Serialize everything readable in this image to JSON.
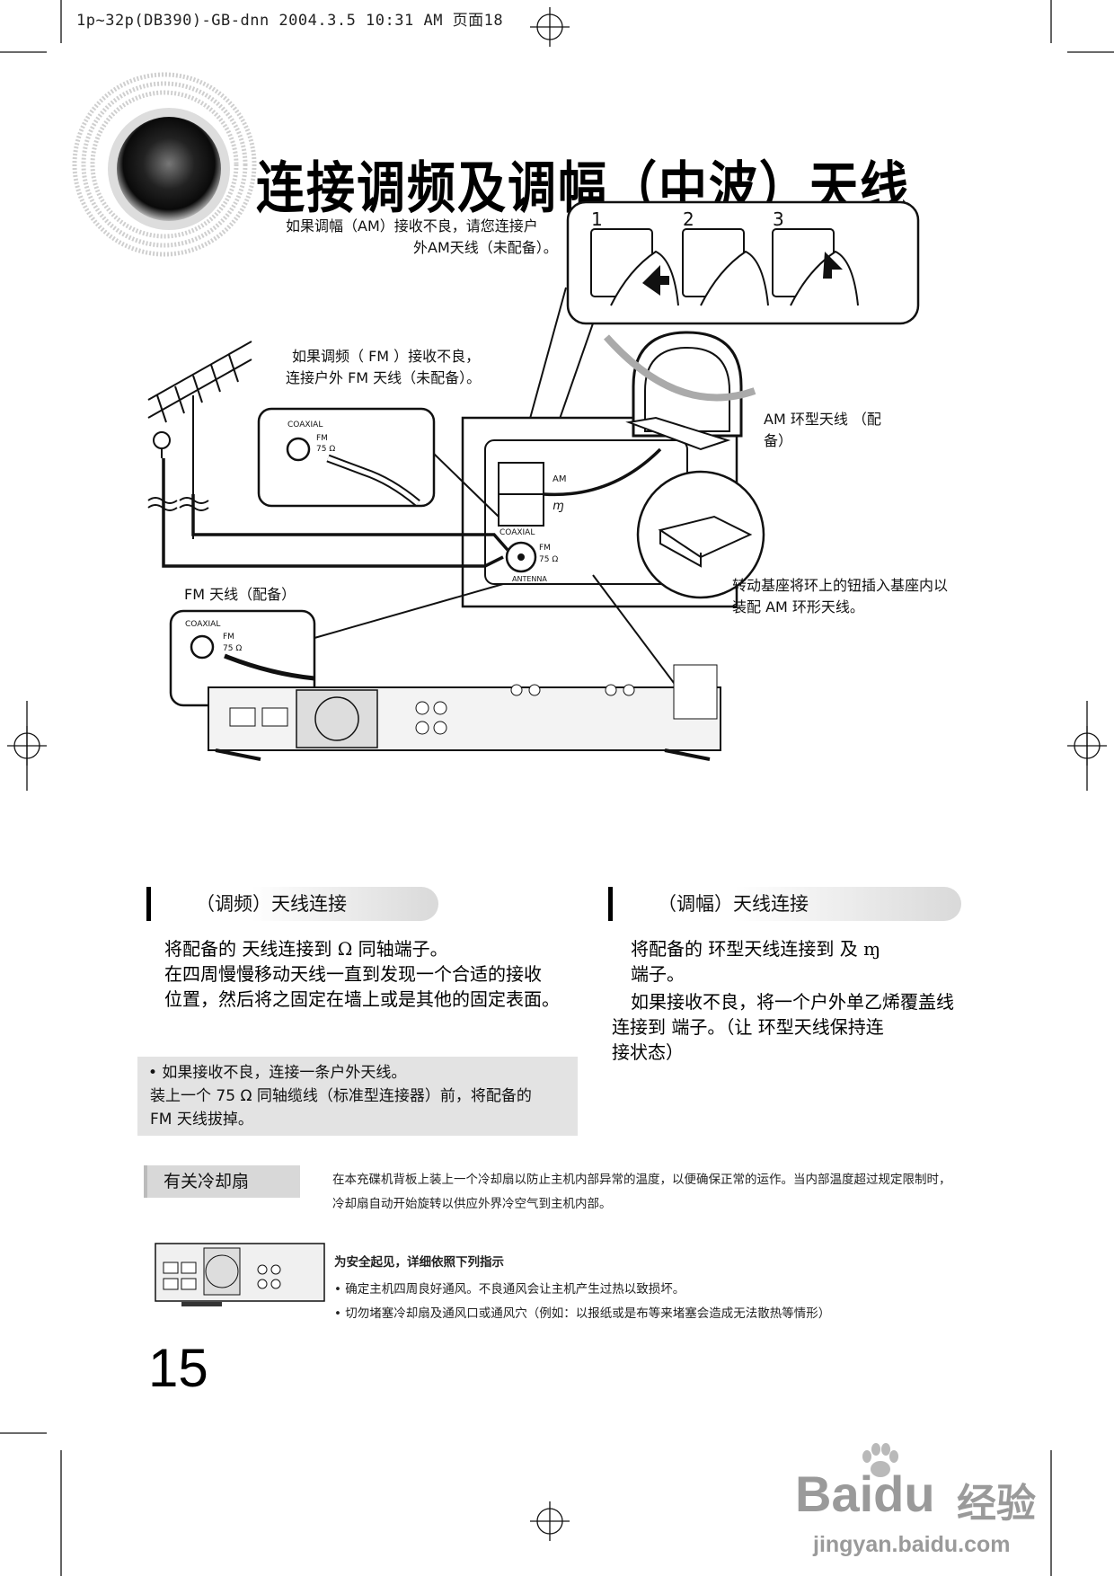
{
  "header": {
    "print_slug": "1p~32p(DB390)-GB-dnn  2004.3.5 10:31 AM  页面18"
  },
  "page_title": "连接调频及调幅（中波）天线",
  "diagram": {
    "am_note_line1": "如果调幅（AM）接收不良，请您连接户",
    "am_note_line2": "外AM天线（未配备）。",
    "fm_note_line1": "如果调频（ FM  ）接收不良，",
    "fm_note_line2": "连接户外 FM 天线（未配备）。",
    "steps": [
      "1",
      "2",
      "3"
    ],
    "am_loop_label_line1": "AM 环型天线 （配",
    "am_loop_label_line2": "备）",
    "fm_antenna_label": "FM 天线（配备）",
    "base_note_line1": "转动基座将环上的钮插入基座内以",
    "base_note_line2": "装配 AM 环形天线。",
    "coaxial": "COAXIAL",
    "fm": "FM",
    "ohm": "75 Ω",
    "am": "AM",
    "ground": "ɱ",
    "antenna": "ANTENNA"
  },
  "fm_section": {
    "heading": "（调频）天线连接",
    "text_line1": "将配备的      天线连接到          Ω  同轴端子。",
    "text_line2": "在四周慢慢移动天线一直到发现一个合适的接收",
    "text_line3": "位置，然后将之固定在墙上或是其他的固定表面。"
  },
  "am_section": {
    "heading": "（调幅）天线连接",
    "text_line1": "将配备的       环型天线连接到        及 ɱ",
    "text_line2": "端子。",
    "text_line3": "如果接收不良，将一个户外单乙烯覆盖线",
    "text_line4": "连接到        端子。（让       环型天线保持连",
    "text_line5": "接状态）"
  },
  "fm_tip": {
    "line1": "• 如果接收不良，连接一条户外天线。",
    "line2": "装上一个  75 Ω   同轴缆线（标准型连接器）前，将配备的",
    "line3": "FM 天线拔掉。"
  },
  "cooling_fan": {
    "heading": "有关冷却扇",
    "desc_line1": "在本充碟机背板上装上一个冷却扇以防止主机内部异常的温度，以便确保正常的运作。当内部温度超过规定限制时，",
    "desc_line2": "冷却扇自动开始旋转以供应外界冷空气到主机内部。",
    "safety_heading": "为安全起见，详细依照下列指示",
    "bullet1": "• 确定主机四周良好通风。不良通风会让主机产生过热以致损坏。",
    "bullet2": "• 切勿堵塞冷却扇及通风口或通风穴（例如：以报纸或是布等来堵塞会造成无法散热等情形）"
  },
  "page_number": "15",
  "watermark": {
    "brand": "Bai",
    "brand2": "du",
    "brand_cn": "经验",
    "url": "jingyan.baidu.com"
  }
}
